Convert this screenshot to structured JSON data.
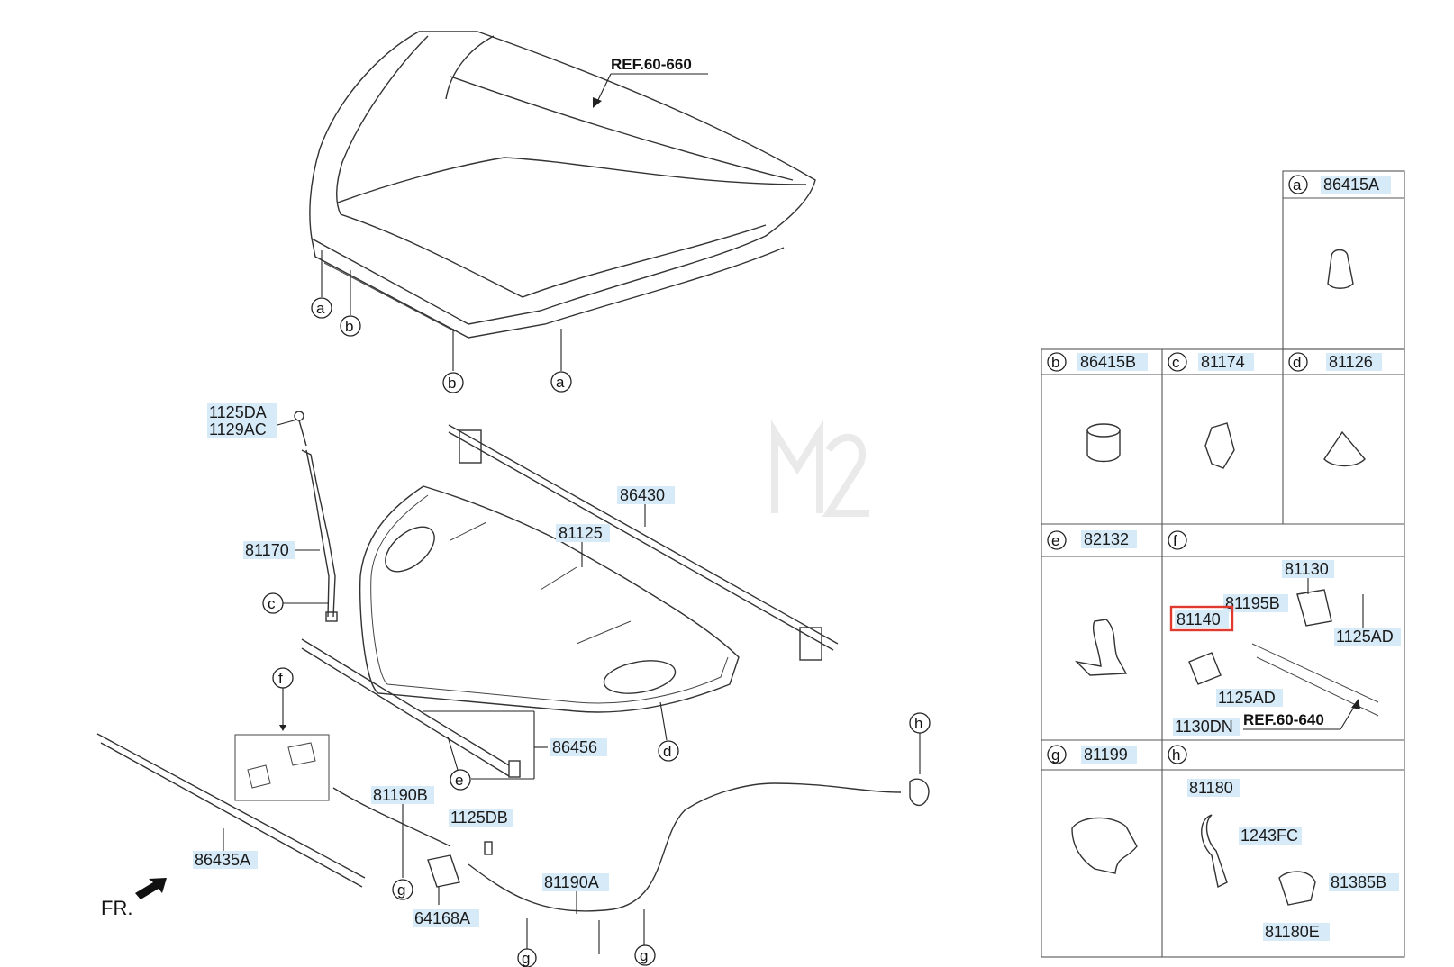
{
  "references": {
    "hood": "REF.60-660",
    "front_panel": "REF.60-640"
  },
  "orientation_label": "FR.",
  "highlight_color": "#e03a2f",
  "label_background": "#d6eaf8",
  "part_numbers": {
    "bolt_nut_1": "1125DA",
    "bolt_nut_2": "1129AC",
    "hood_stay": "81170",
    "weatherstrip": "86430",
    "insulator": "81125",
    "seal_strip": "86456",
    "lower_strip": "86435A",
    "cable_b": "81190B",
    "bolt_db": "1125DB",
    "cable_a": "81190A",
    "bracket": "64168A"
  },
  "callouts": {
    "a": "a",
    "b": "b",
    "c": "c",
    "d": "d",
    "e": "e",
    "f": "f",
    "g": "g",
    "h": "h"
  },
  "detail_table": {
    "a": "86415A",
    "b": "86415B",
    "c": "81174",
    "d": "81126",
    "e": "82132",
    "g": "81199",
    "f_parts": {
      "latch": "81130",
      "bolt": "81195B",
      "striker": "81140",
      "bolt_ad_1": "1125AD",
      "bolt_ad_2": "1125AD",
      "nut": "1130DN"
    },
    "h_parts": {
      "handle": "81180",
      "screw": "1243FC",
      "grommet": "81385B",
      "lever": "81180E"
    }
  }
}
